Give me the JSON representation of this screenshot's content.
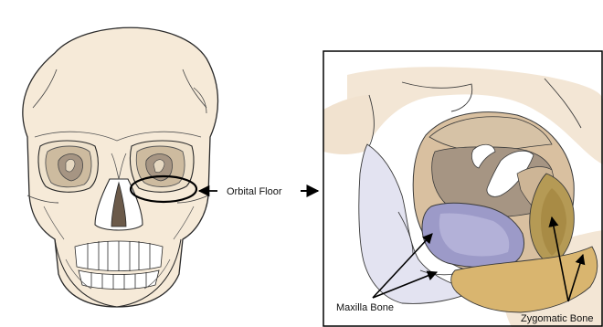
{
  "labels": {
    "orbital_floor": "Orbital Floor",
    "maxilla_bone": "Maxilla Bone",
    "zygomatic_bone": "Zygomatic Bone"
  },
  "colors": {
    "skull_fill": "#f6ead8",
    "outline": "#2a2a2a",
    "orbit_inner": "#cdbb9f",
    "maxilla": "#9c9ac8",
    "maxilla_light": "#e3e3f1",
    "zygomatic": "#d9b56f",
    "zygomatic_dark": "#b59a55",
    "beige": "#f3e6d5",
    "taupe": "#d6c2a6",
    "grey_brown": "#a69583"
  }
}
